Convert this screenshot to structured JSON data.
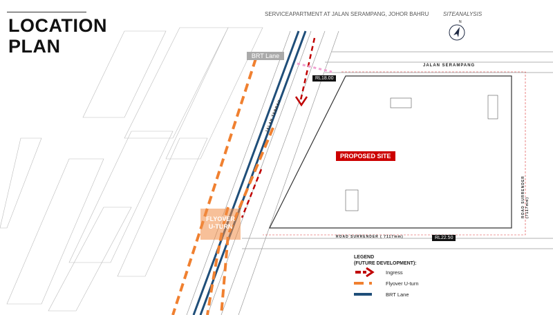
{
  "title": {
    "line1": "LOCATION",
    "line2": "PLAN"
  },
  "header": {
    "project": "SERVICEAPARTMENT AT JALAN SERAMPANG, JOHOR BAHRU",
    "section": "SITEANALYSIS"
  },
  "map": {
    "brt_label": "BRT Lane",
    "site_label": "PROPOSED SITE",
    "flyover_label_1": "FLYOVER",
    "flyover_label_2": "U-TURN",
    "level_tag_1": "RL18.00",
    "level_tag_2": "RL22.50",
    "road_jalan_serampang": "JALAN   SERAMPANG",
    "road_jalan_tebrau": "JALAN TEBRAU",
    "road_surrender_bottom": "ROAD SURRENDER ( 7117mm)",
    "road_surrender_right": "ROAD SURRENDER (7117mm)",
    "compass_letter": "N"
  },
  "legend": {
    "heading_1": "LEGEND",
    "heading_2": "(FUTURE DEVELOPMENT):",
    "items": [
      {
        "label": "Ingress",
        "color": "#c00000",
        "style": "arrow-dashed"
      },
      {
        "label": "Flyover U-turn",
        "color": "#f08030",
        "style": "dashed"
      },
      {
        "label": "BRT Lane",
        "color": "#1f4e79",
        "style": "solid"
      }
    ]
  },
  "colors": {
    "brt": "#1f4e79",
    "flyover": "#f08030",
    "ingress": "#c00000",
    "site": "#c00000"
  }
}
